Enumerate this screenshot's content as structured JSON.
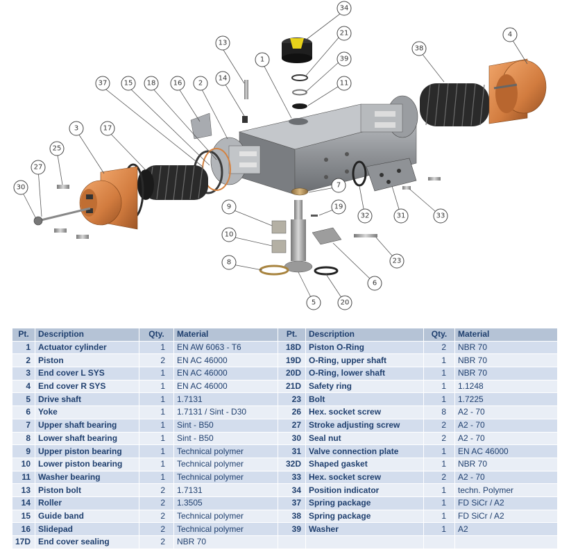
{
  "table": {
    "headers": [
      "Pt.",
      "Description",
      "Qty.",
      "Material",
      "Pt.",
      "Description",
      "Qty.",
      "Material"
    ],
    "rows": [
      [
        {
          "pt": "1",
          "desc": "Actuator cylinder",
          "qty": "1",
          "mat": "EN AW 6063 - T6"
        },
        {
          "pt": "18D",
          "desc": "Piston O-Ring",
          "qty": "2",
          "mat": "NBR 70"
        }
      ],
      [
        {
          "pt": "2",
          "desc": "Piston",
          "qty": "2",
          "mat": "EN AC 46000"
        },
        {
          "pt": "19D",
          "desc": "O-Ring, upper shaft",
          "qty": "1",
          "mat": "NBR 70"
        }
      ],
      [
        {
          "pt": "3",
          "desc": "End cover L SYS",
          "qty": "1",
          "mat": "EN AC 46000"
        },
        {
          "pt": "20D",
          "desc": "O-Ring, lower shaft",
          "qty": "1",
          "mat": "NBR 70"
        }
      ],
      [
        {
          "pt": "4",
          "desc": "End cover R SYS",
          "qty": "1",
          "mat": "EN AC 46000"
        },
        {
          "pt": "21D",
          "desc": "Safety ring",
          "qty": "1",
          "mat": "1.1248"
        }
      ],
      [
        {
          "pt": "5",
          "desc": "Drive shaft",
          "qty": "1",
          "mat": "1.7131"
        },
        {
          "pt": "23",
          "desc": "Bolt",
          "qty": "1",
          "mat": "1.7225"
        }
      ],
      [
        {
          "pt": "6",
          "desc": "Yoke",
          "qty": "1",
          "mat": "1.7131 / Sint - D30"
        },
        {
          "pt": "26",
          "desc": "Hex. socket screw",
          "qty": "8",
          "mat": "A2 - 70"
        }
      ],
      [
        {
          "pt": "7",
          "desc": "Upper shaft bearing",
          "qty": "1",
          "mat": "Sint - B50"
        },
        {
          "pt": "27",
          "desc": "Stroke adjusting screw",
          "qty": "2",
          "mat": "A2 - 70"
        }
      ],
      [
        {
          "pt": "8",
          "desc": "Lower shaft bearing",
          "qty": "1",
          "mat": "Sint - B50"
        },
        {
          "pt": "30",
          "desc": "Seal nut",
          "qty": "2",
          "mat": "A2 - 70"
        }
      ],
      [
        {
          "pt": "9",
          "desc": "Upper piston bearing",
          "qty": "1",
          "mat": "Technical polymer"
        },
        {
          "pt": "31",
          "desc": "Valve connection plate",
          "qty": "1",
          "mat": "EN AC 46000"
        }
      ],
      [
        {
          "pt": "10",
          "desc": "Lower piston bearing",
          "qty": "1",
          "mat": "Technical polymer"
        },
        {
          "pt": "32D",
          "desc": "Shaped gasket",
          "qty": "1",
          "mat": "NBR 70"
        }
      ],
      [
        {
          "pt": "11",
          "desc": "Washer bearing",
          "qty": "1",
          "mat": "Technical polymer"
        },
        {
          "pt": "33",
          "desc": "Hex. socket screw",
          "qty": "2",
          "mat": "A2 - 70"
        }
      ],
      [
        {
          "pt": "13",
          "desc": "Piston bolt",
          "qty": "2",
          "mat": "1.7131"
        },
        {
          "pt": "34",
          "desc": "Position indicator",
          "qty": "1",
          "mat": "techn. Polymer"
        }
      ],
      [
        {
          "pt": "14",
          "desc": "Roller",
          "qty": "2",
          "mat": "1.3505"
        },
        {
          "pt": "37",
          "desc": "Spring package",
          "qty": "1",
          "mat": "FD SiCr / A2"
        }
      ],
      [
        {
          "pt": "15",
          "desc": "Guide band",
          "qty": "2",
          "mat": "Technical polymer"
        },
        {
          "pt": "38",
          "desc": "Spring package",
          "qty": "1",
          "mat": "FD SiCr / A2"
        }
      ],
      [
        {
          "pt": "16",
          "desc": "Slidepad",
          "qty": "2",
          "mat": "Technical polymer"
        },
        {
          "pt": "39",
          "desc": "Washer",
          "qty": "1",
          "mat": "A2"
        }
      ],
      [
        {
          "pt": "17D",
          "desc": "End cover sealing",
          "qty": "2",
          "mat": "NBR 70"
        },
        {
          "pt": "",
          "desc": "",
          "qty": "",
          "mat": ""
        }
      ]
    ]
  },
  "callouts": [
    "34",
    "21",
    "39",
    "11",
    "13",
    "1",
    "14",
    "37",
    "15",
    "18",
    "16",
    "2",
    "38",
    "4",
    "3",
    "17",
    "25",
    "27",
    "30",
    "7",
    "19",
    "9",
    "10",
    "8",
    "5",
    "20",
    "6",
    "23",
    "32",
    "31",
    "33"
  ],
  "colors": {
    "header_bg": "#b5c3d6",
    "row_a": "#d3dded",
    "row_b": "#e9eef6",
    "text": "#1f3f6e",
    "copper": "#d9844a",
    "housing": "#8c8f93",
    "spring": "#2b2b2b"
  }
}
